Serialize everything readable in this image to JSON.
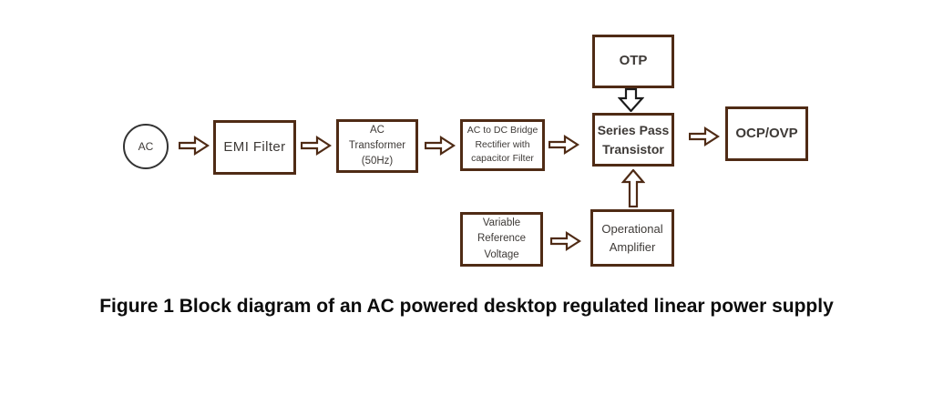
{
  "figure": {
    "caption": "Figure 1 Block diagram of an AC powered desktop regulated linear power supply"
  },
  "colors": {
    "background": "#ffffff",
    "box_border": "#4f2b15",
    "arrow_border": "#4f2b15",
    "otp_arrow_border": "#1c1c1c",
    "circle_border": "#333333",
    "box_text": "#3e3a37",
    "caption_text": "#0c0c0c"
  },
  "nodes": {
    "ac_source": {
      "label": "AC"
    },
    "emi_filter": {
      "label": "EMI Filter"
    },
    "ac_transformer": {
      "label": "AC\nTransformer\n(50Hz)"
    },
    "bridge_rectifier": {
      "label": "AC to DC Bridge\nRectifier with\ncapacitor Filter"
    },
    "series_pass_transistor": {
      "label": "Series Pass\nTransistor"
    },
    "ocp_ovp": {
      "label": "OCP/OVP"
    },
    "otp": {
      "label": "OTP"
    },
    "operational_amplifier": {
      "label": "Operational\nAmplifier"
    },
    "variable_reference_voltage": {
      "label": "Variable\nReference\nVoltage"
    }
  },
  "connections": [
    "ac_source -> emi_filter",
    "emi_filter -> ac_transformer",
    "ac_transformer -> bridge_rectifier",
    "bridge_rectifier -> series_pass_transistor",
    "series_pass_transistor -> ocp_ovp",
    "otp -> series_pass_transistor",
    "operational_amplifier -> series_pass_transistor",
    "variable_reference_voltage -> operational_amplifier"
  ]
}
